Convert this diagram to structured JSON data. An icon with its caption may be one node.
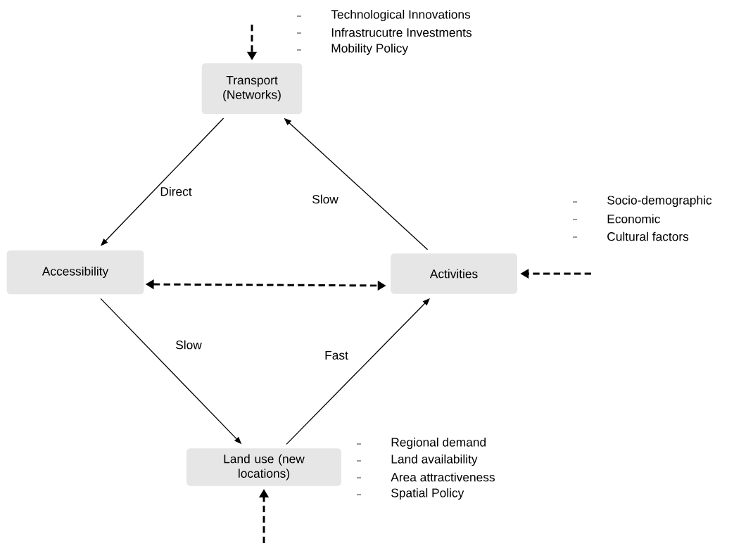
{
  "diagram": {
    "nodes": [
      {
        "text": [
          "Transport (Networks)"
        ],
        "beside": [
          "Technological Innovations",
          "Infrastrucutre Investments",
          "Mobility Policy"
        ]
      },
      {
        "text": [
          "Accessibility"
        ]
      },
      {
        "text": [
          "Activities"
        ],
        "beside": [
          "Socio-demographic",
          "Economic",
          "Cultural factors"
        ]
      },
      {
        "text": [
          "Land use (new locations)"
        ],
        "beside": [
          "Regional demand",
          "Land availability",
          "Area attractiveness",
          "Spatial Policy"
        ]
      }
    ],
    "edges": [
      {
        "from": 0,
        "to": 1,
        "arrow": "to",
        "label": "Direct"
      },
      {
        "from": 1,
        "to": 3,
        "arrow": "to",
        "label": "Slow"
      },
      {
        "from": 3,
        "to": 2,
        "arrow": "to",
        "label": "Fast"
      },
      {
        "from": 2,
        "to": 0,
        "arrow": "to",
        "label": "Slow"
      },
      {
        "from": null,
        "to": 0,
        "arrow": "to",
        "style": "dashed"
      },
      {
        "from": null,
        "to": 2,
        "arrow": "to",
        "style": "dashed"
      },
      {
        "from": null,
        "to": 3,
        "arrow": "to",
        "style": "dashed"
      },
      {
        "from": 1,
        "to": 2,
        "arrow": "both",
        "style": "dashed"
      }
    ]
  }
}
